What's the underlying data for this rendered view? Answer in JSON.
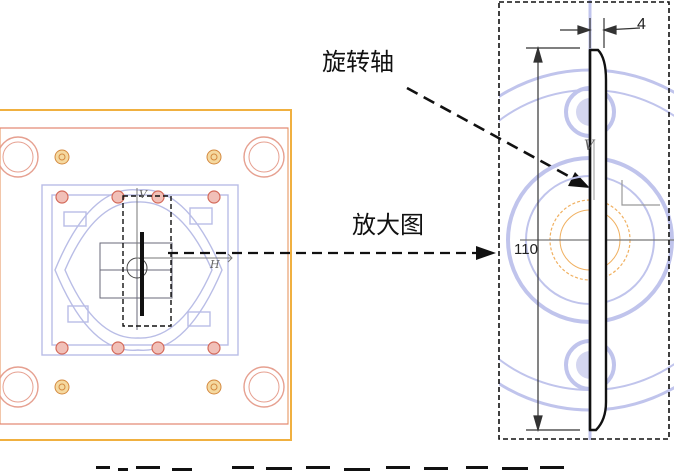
{
  "labels": {
    "rotation_axis": "旋转轴",
    "magnified_view": "放大图",
    "dim_length": "110",
    "dim_thickness": "4",
    "axis_mark_v_small": "V",
    "axis_mark_h_small": "H",
    "axis_mark_v_large": "V"
  },
  "colors": {
    "mold_frame": "#f0b040",
    "mold_inner": "#e08070",
    "cavity_blue": "#b9bde6",
    "part_outline": "#4a4a66",
    "black": "#111111",
    "dim_line": "#333333"
  }
}
